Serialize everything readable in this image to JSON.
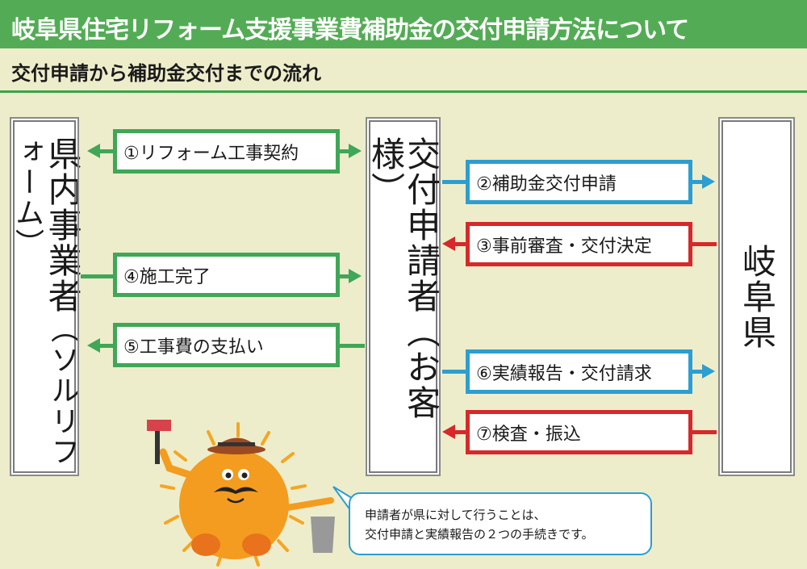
{
  "title": "岐阜県住宅リフォーム支援事業費補助金の交付申請方法について",
  "subtitle": "交付申請から補助金交付までの流れ",
  "actors": {
    "left_main": "県内事業者",
    "left_paren_a": "（ソル",
    "left_paren_b": "リフォーム）",
    "middle_main": "交付申請者",
    "middle_paren": "（お客様）",
    "right": "岐阜県"
  },
  "steps": [
    {
      "label": "①リフォーム工事契約",
      "direction": "both"
    },
    {
      "label": "②補助金交付申請",
      "direction": "right"
    },
    {
      "label": "③事前審査・交付決定",
      "direction": "left"
    },
    {
      "label": "④施工完了",
      "direction": "right"
    },
    {
      "label": "⑤工事費の支払い",
      "direction": "left"
    },
    {
      "label": "⑥実績報告・交付請求",
      "direction": "right"
    },
    {
      "label": "⑦検査・振込",
      "direction": "left"
    }
  ],
  "bubble": {
    "line1": "申請者が県に対して行うことは、",
    "line2": "交付申請と実績報告の２つの手続きです。"
  },
  "colors": {
    "green": "#3fa757",
    "blue": "#2c9ed1",
    "red": "#d7282a",
    "header": "#53ac55"
  }
}
